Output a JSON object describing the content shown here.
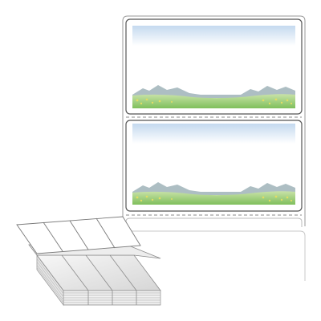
{
  "product": {
    "type": "fanfold-label-stock",
    "labels_across": 1,
    "label_shape": "rectangle-rounded",
    "perforation": "dashed-line-between-labels",
    "label_artwork": [
      "sky-gradient-banner",
      "mountain-meadow-landscape"
    ],
    "fanfold_stack_columns": 4
  },
  "colors": {
    "liner": "#ffffff",
    "liner_stroke": "#9a9a9a",
    "label_stroke": "#555555",
    "perforation": "#8a8a8a",
    "sky_top": "#c4d9ef",
    "sky_bottom": "#ffffff",
    "mountain": "#9fb3b8",
    "meadow_light": "#c9e2a8",
    "meadow_dark": "#7fbf5c",
    "flowers": "#e3dc63",
    "stack_fill": "#f2f2f2",
    "stack_shade": "#d6d6d6"
  }
}
